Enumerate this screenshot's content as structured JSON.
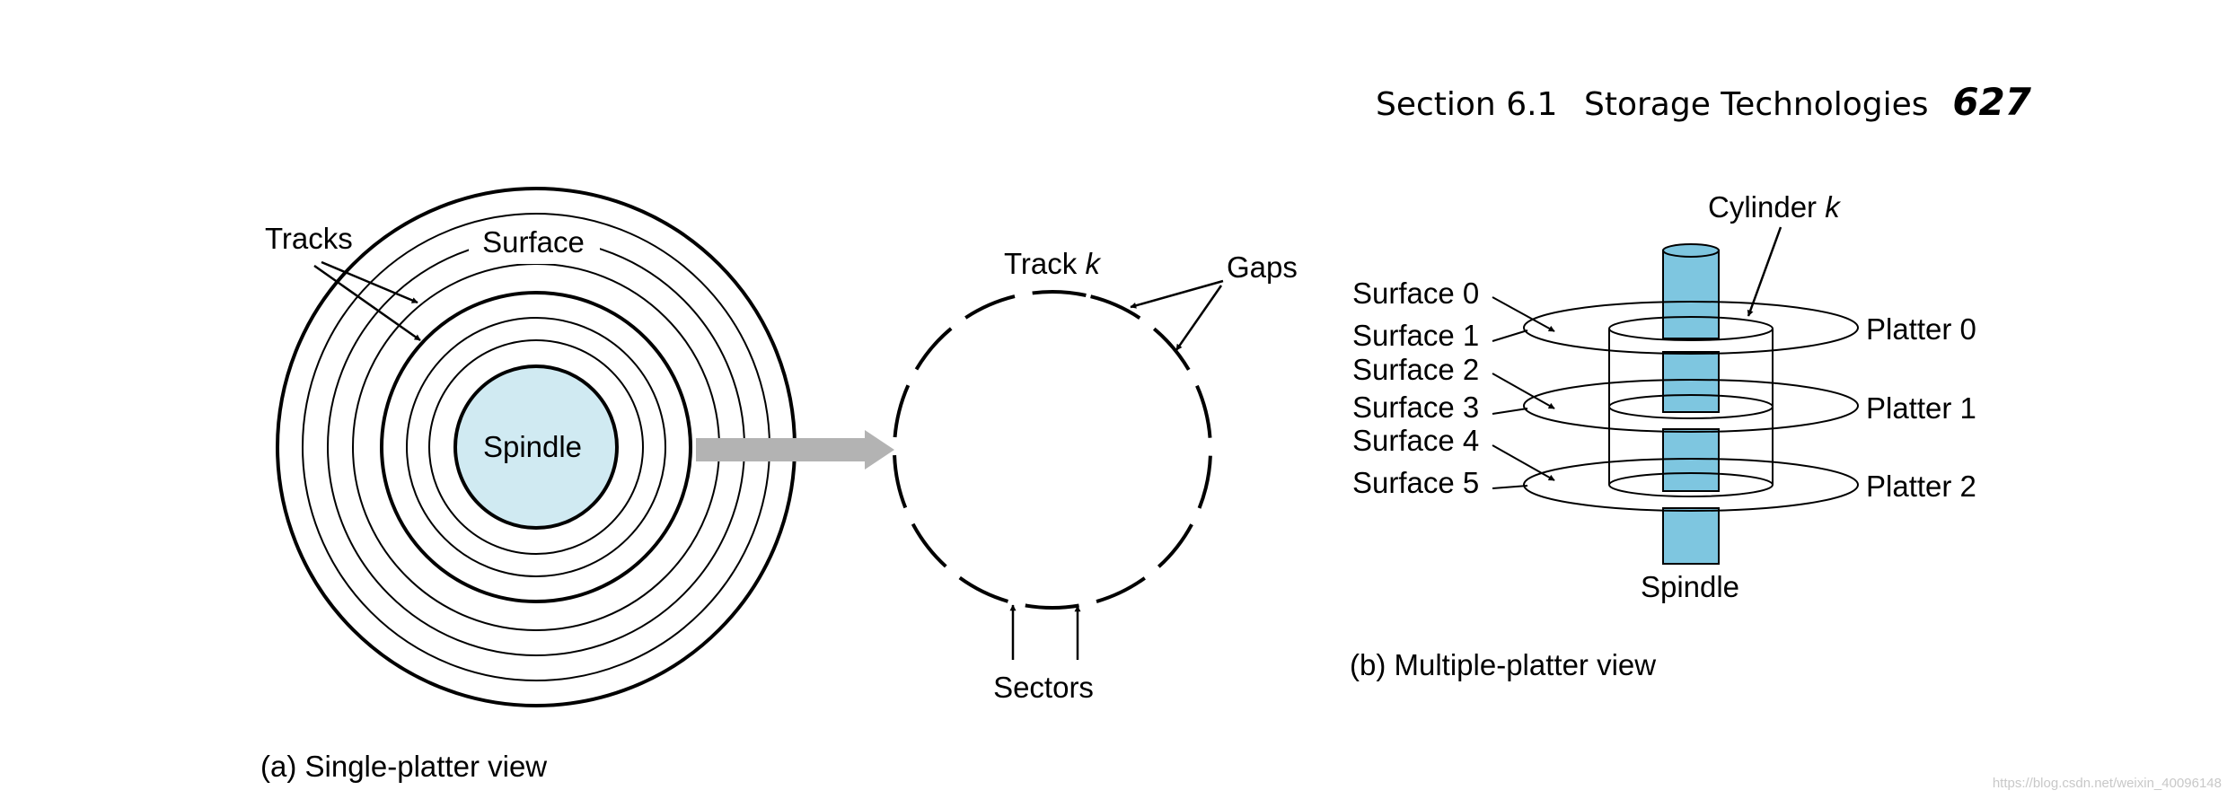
{
  "header": {
    "section": "Section 6.1",
    "chapter_title": "Storage Technologies",
    "page_number": "627"
  },
  "single_platter": {
    "tracks_label": "Tracks",
    "surface_label": "Surface",
    "spindle_label": "Spindle",
    "track_label": "Track",
    "track_var": "k",
    "gaps_label": "Gaps",
    "sectors_label": "Sectors",
    "caption": "(a) Single-platter view"
  },
  "multi_platter": {
    "cylinder_label": "Cylinder",
    "cylinder_var": "k",
    "surfaces": [
      "Surface 0",
      "Surface 1",
      "Surface 2",
      "Surface 3",
      "Surface 4",
      "Surface 5"
    ],
    "platters": [
      "Platter 0",
      "Platter 1",
      "Platter 2"
    ],
    "spindle_label": "Spindle",
    "caption": "(b) Multiple-platter view"
  },
  "watermark": "https://blog.csdn.net/weixin_40096148",
  "colors": {
    "spindle_fill": "#d0eaf2",
    "cylinder_fill": "#7ec6e0",
    "arrow_fill": "#b3b3b3",
    "line": "#000000"
  }
}
